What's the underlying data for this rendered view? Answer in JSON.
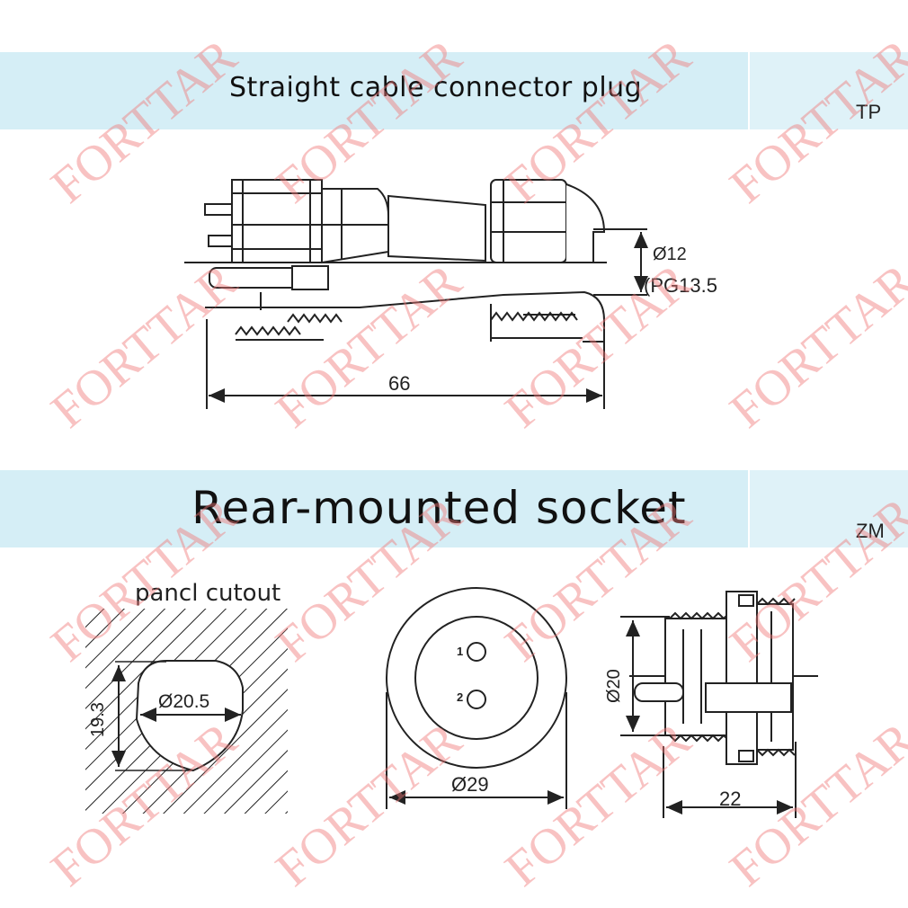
{
  "header_top": {
    "title": "Straight cable connector plug",
    "tag": "TP"
  },
  "header_mid": {
    "title": "Rear-mounted socket",
    "tag": "ZM"
  },
  "plug": {
    "length_label": "66",
    "diameter_label": "Ø12",
    "thread_label": "(PG13.5"
  },
  "socket": {
    "cutout_label": "pancl cutout",
    "cutout_width": "Ø20.5",
    "cutout_flat": "19.3",
    "face_diameter": "Ø29",
    "pin1": "1",
    "pin2": "2",
    "body_diameter": "Ø20",
    "body_length": "22"
  },
  "watermark": "FORTTAR",
  "colors": {
    "band": "#d5eef6",
    "watermark": "#f07878",
    "line": "#222222"
  }
}
